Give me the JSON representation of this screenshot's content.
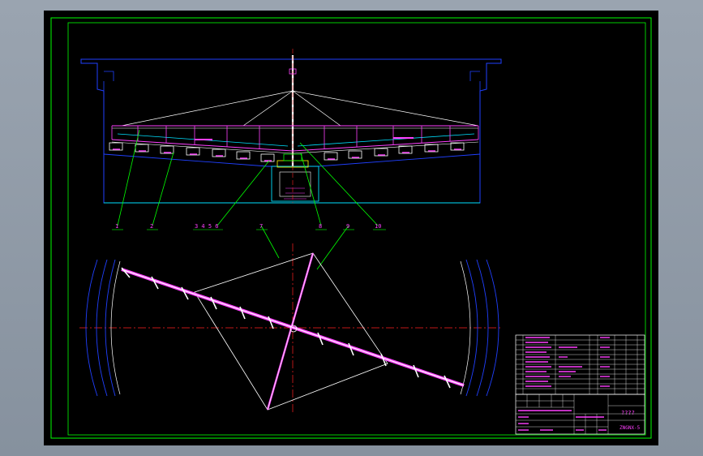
{
  "colors": {
    "background": "#000000",
    "frame": "#00ff00",
    "structure": "#2040ff",
    "truss": "#ff40ff",
    "leader": "#00ff00",
    "centerline": "#ff2020",
    "cyan": "#00e0ff",
    "white": "#ffffff",
    "yellow": "#ffff00",
    "workspace": "#8e99a6"
  },
  "callouts": [
    {
      "text": "1"
    },
    {
      "text": "2"
    },
    {
      "text": "3  4  5  6"
    },
    {
      "text": "7"
    },
    {
      "text": "8"
    },
    {
      "text": "9"
    },
    {
      "text": "10"
    }
  ],
  "title_block": {
    "title": "????",
    "drawing_no": "ZNGNX-5"
  }
}
